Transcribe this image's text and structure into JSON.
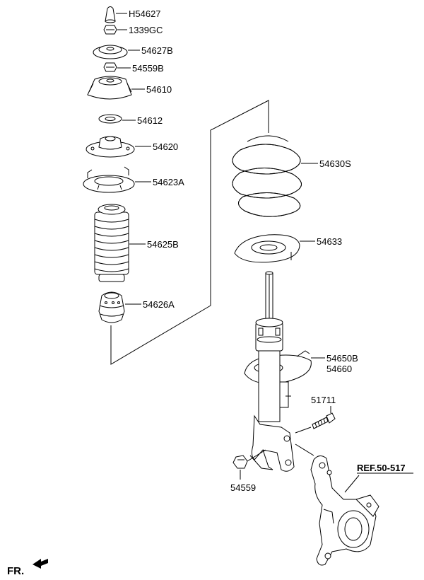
{
  "labels": {
    "h54627": "H54627",
    "l1339gc": "1339GC",
    "l54627b": "54627B",
    "l54559b": "54559B",
    "l54610": "54610",
    "l54612": "54612",
    "l54620": "54620",
    "l54623a": "54623A",
    "l54625b": "54625B",
    "l54626a": "54626A",
    "l54630s": "54630S",
    "l54633": "54633",
    "l54650b": "54650B",
    "l54660": "54660",
    "l51711": "51711",
    "l54559": "54559",
    "ref": "REF.50-517",
    "fr": "FR."
  }
}
